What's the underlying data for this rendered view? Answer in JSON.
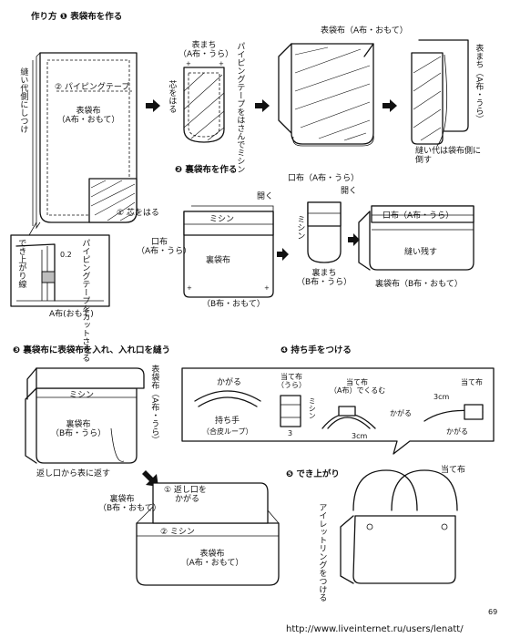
{
  "title": {
    "label": "作り方",
    "num": "❶",
    "text": "表袋布を作る"
  },
  "step1": {
    "piping_label": "② パイピングテープ",
    "piping_vertical": "縫い代側にしつけ",
    "outer_bag": [
      "表袋布",
      "（A布・おもて）"
    ],
    "fold_note": "① 芯をはる",
    "finish_label": "でき上がり線",
    "piping_note": "パイピングテープをカットさせる",
    "dim": "0.2",
    "a_fabric": "A布(おもて)",
    "gusset_label": [
      "表まち",
      "（A布・うら）"
    ],
    "interface_note": "芯をはる",
    "sew_note": "パイピングテープをはさんでミシン",
    "outer_bag_a": "表袋布（A布・おもて）",
    "gusset_a": "表まち（A布・うら）",
    "seam_note": "縫い代は袋布側に倒す"
  },
  "step2": {
    "num": "❷",
    "title": "裏袋布を作る",
    "open1": "開く",
    "open2": "開く",
    "machine": "ミシン",
    "mouth_fabric": [
      "口布",
      "（A布・うら）"
    ],
    "lining_bag": "裏袋布",
    "b_fabric": "（B布・おもて）",
    "mouth_fabric_b": "口布（A布・うら）",
    "machine_v": "ミシン",
    "lining_gusset": [
      "裏まち",
      "（B布・うら）"
    ],
    "mouth_fabric_c": "口布（A布・うら）",
    "leave_open": "縫い残す",
    "lining_bag_b": "裏袋布（B布・おもて）"
  },
  "step3": {
    "num": "❸",
    "title": "裏袋布に表袋布を入れ、入れ口を縫う",
    "outer_bag_v": "表袋布（A布・うら）",
    "machine": "ミシン",
    "lining_bag": [
      "裏袋布",
      "（B布・うら）"
    ],
    "turn_note": "返し口から表に返す",
    "close_note": [
      "① 返し口を",
      "かがる"
    ],
    "lining_bag_b": [
      "裏袋布",
      "（B布・おもて）"
    ],
    "machine_b": "② ミシン",
    "outer_bag_b": [
      "表袋布",
      "（A布・おもて）"
    ]
  },
  "step4": {
    "num": "❹",
    "title": "持ち手をつける",
    "whip": "かがる",
    "handle": "持ち手",
    "handle_sub": "（合皮ループ）",
    "patch": [
      "当て布",
      "（うら）"
    ],
    "machine": "ミシン",
    "num3": "3",
    "patch_wrap": [
      "当て布",
      "（A布）でくるむ"
    ],
    "dim3cm": "3cm",
    "whip2": "かがる",
    "patch_b": "当て布",
    "dim3cm_b": "3cm",
    "whip3": "かがる"
  },
  "step5": {
    "num": "❺",
    "title": "でき上がり",
    "patch": "当て布",
    "eyelet": "アイレットリングをつける"
  },
  "footer": {
    "page": "69",
    "url": "http://www.liveinternet.ru/users/lenatt/"
  }
}
